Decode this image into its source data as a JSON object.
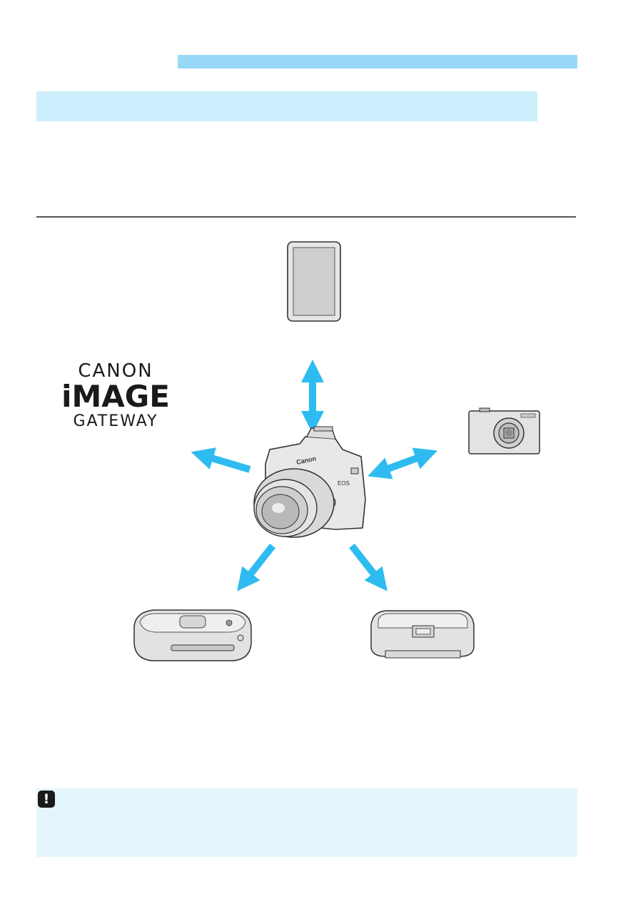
{
  "logo": {
    "line1": "CANON",
    "line2": "iMAGE",
    "line3": "GATEWAY"
  },
  "camera_labels": {
    "brand": "Canon",
    "model": "EOS"
  },
  "colors": {
    "top_bar": "#99d9f7",
    "heading_bar": "#cdeefc",
    "caution_box": "#e3f5fd",
    "arrow": "#2ebcf0"
  },
  "icons": {
    "caution": "caution-icon",
    "smartphone": "smartphone-icon",
    "compact_camera": "compact-camera-icon",
    "connect_station": "connect-station-icon",
    "printer": "printer-icon",
    "dslr": "dslr-camera-icon"
  }
}
